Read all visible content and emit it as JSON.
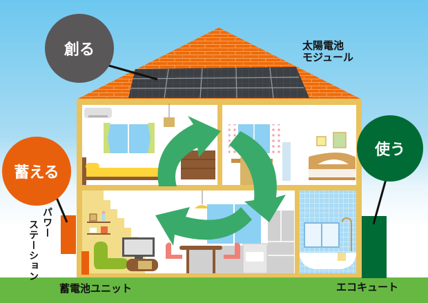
{
  "labels": {
    "create": "創る",
    "store": "蓄える",
    "use": "使う",
    "solar_module_line1": "太陽電池",
    "solar_module_line2": "モジュール",
    "power_station_line1": "パワー",
    "power_station_line2": "ステーション",
    "battery_unit": "蓄電池ユニット",
    "ecocute": "エコキュート"
  },
  "colors": {
    "sky_top": "#6cc7ef",
    "roof_orange": "#ee6b0a",
    "house_frame": "#e9c25e",
    "create_circle": "#595757",
    "store_circle": "#e9600c",
    "use_circle": "#006b34",
    "cycle_arrow": "#3aaa6a",
    "ground": "#67b843"
  }
}
